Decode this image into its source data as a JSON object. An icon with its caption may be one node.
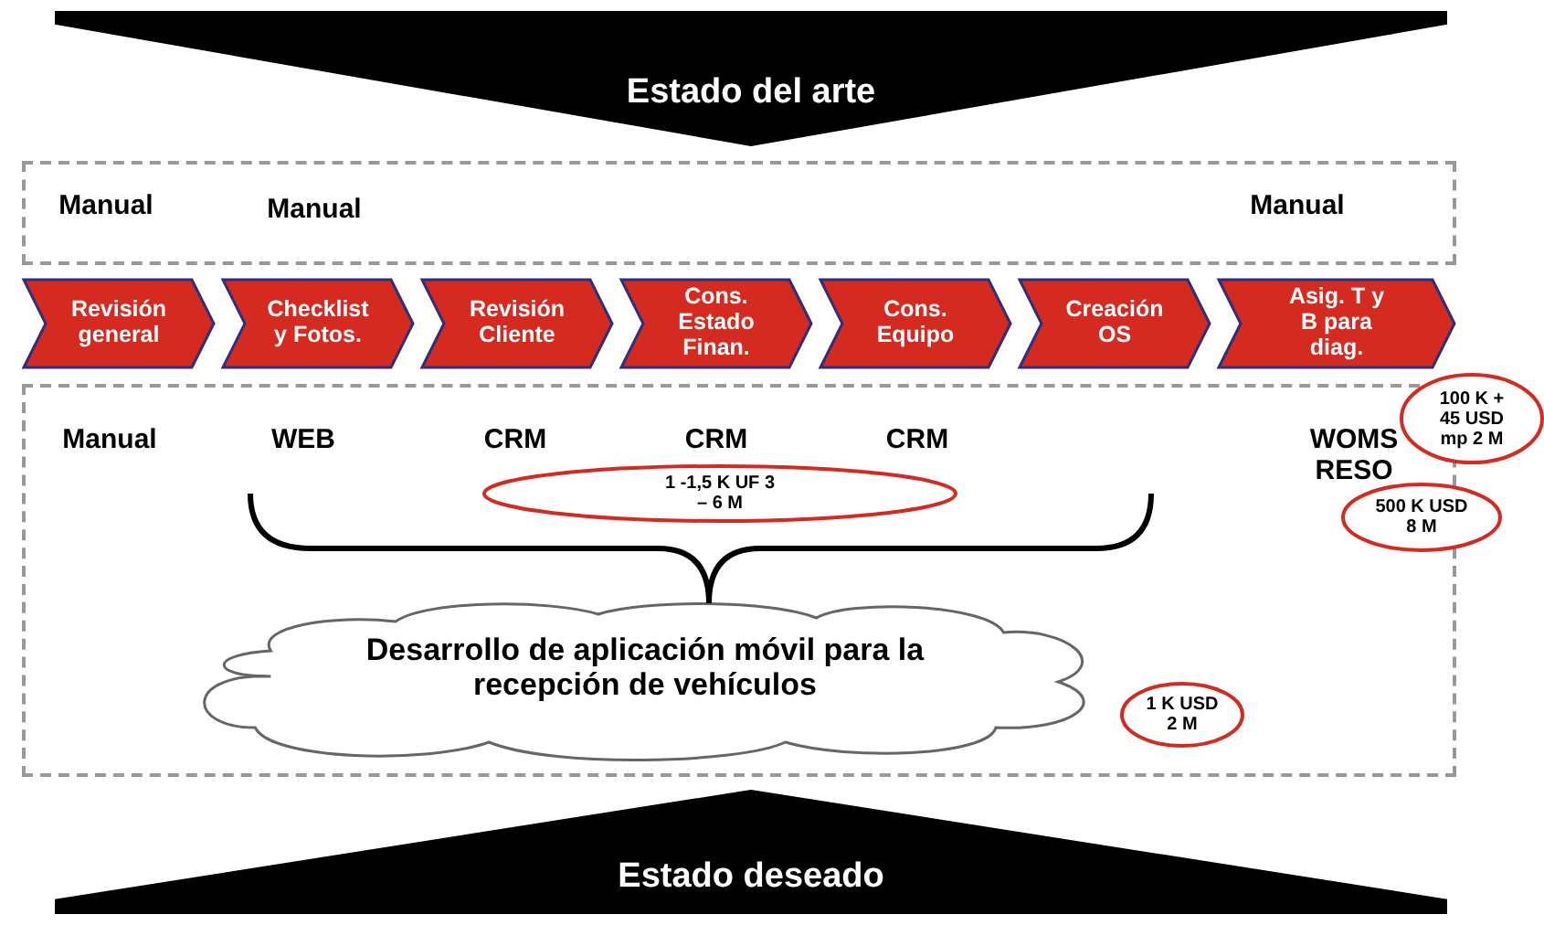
{
  "diagram": {
    "nodes": [
      {
        "text": [
          "Estado del arte"
        ]
      },
      {
        "text": [],
        "shape": "box"
      },
      {
        "text": [
          "Revisión general"
        ]
      },
      {
        "text": [
          "Checklist y Fotos."
        ]
      },
      {
        "text": [
          "Revisión Cliente"
        ]
      },
      {
        "text": [
          "Cons. Estado Finan."
        ]
      },
      {
        "text": [
          "Cons. Equipo"
        ]
      },
      {
        "text": [
          "Creación OS"
        ]
      },
      {
        "text": [
          "Asig. T y B para diag."
        ]
      },
      {
        "text": [],
        "shape": "box"
      },
      {
        "text": [
          "Desarrollo de aplicación móvil para la recepción de vehículos"
        ],
        "in": 9
      },
      {
        "text": [
          "1 -1,5 K UF 3 – 6 M"
        ],
        "in": 9
      },
      {
        "text": [
          "100 K + 45 USD mp 2 M"
        ]
      },
      {
        "text": [
          "500 K USD 8 M"
        ]
      },
      {
        "text": [
          "1 K USD 2 M"
        ],
        "in": 9
      },
      {
        "text": [
          "Estado deseado"
        ]
      }
    ],
    "labels": [
      "Manual",
      "Manual",
      "Manual",
      "Manual",
      "WEB",
      "CRM",
      "CRM",
      "CRM",
      "WOMS RESO"
    ]
  }
}
